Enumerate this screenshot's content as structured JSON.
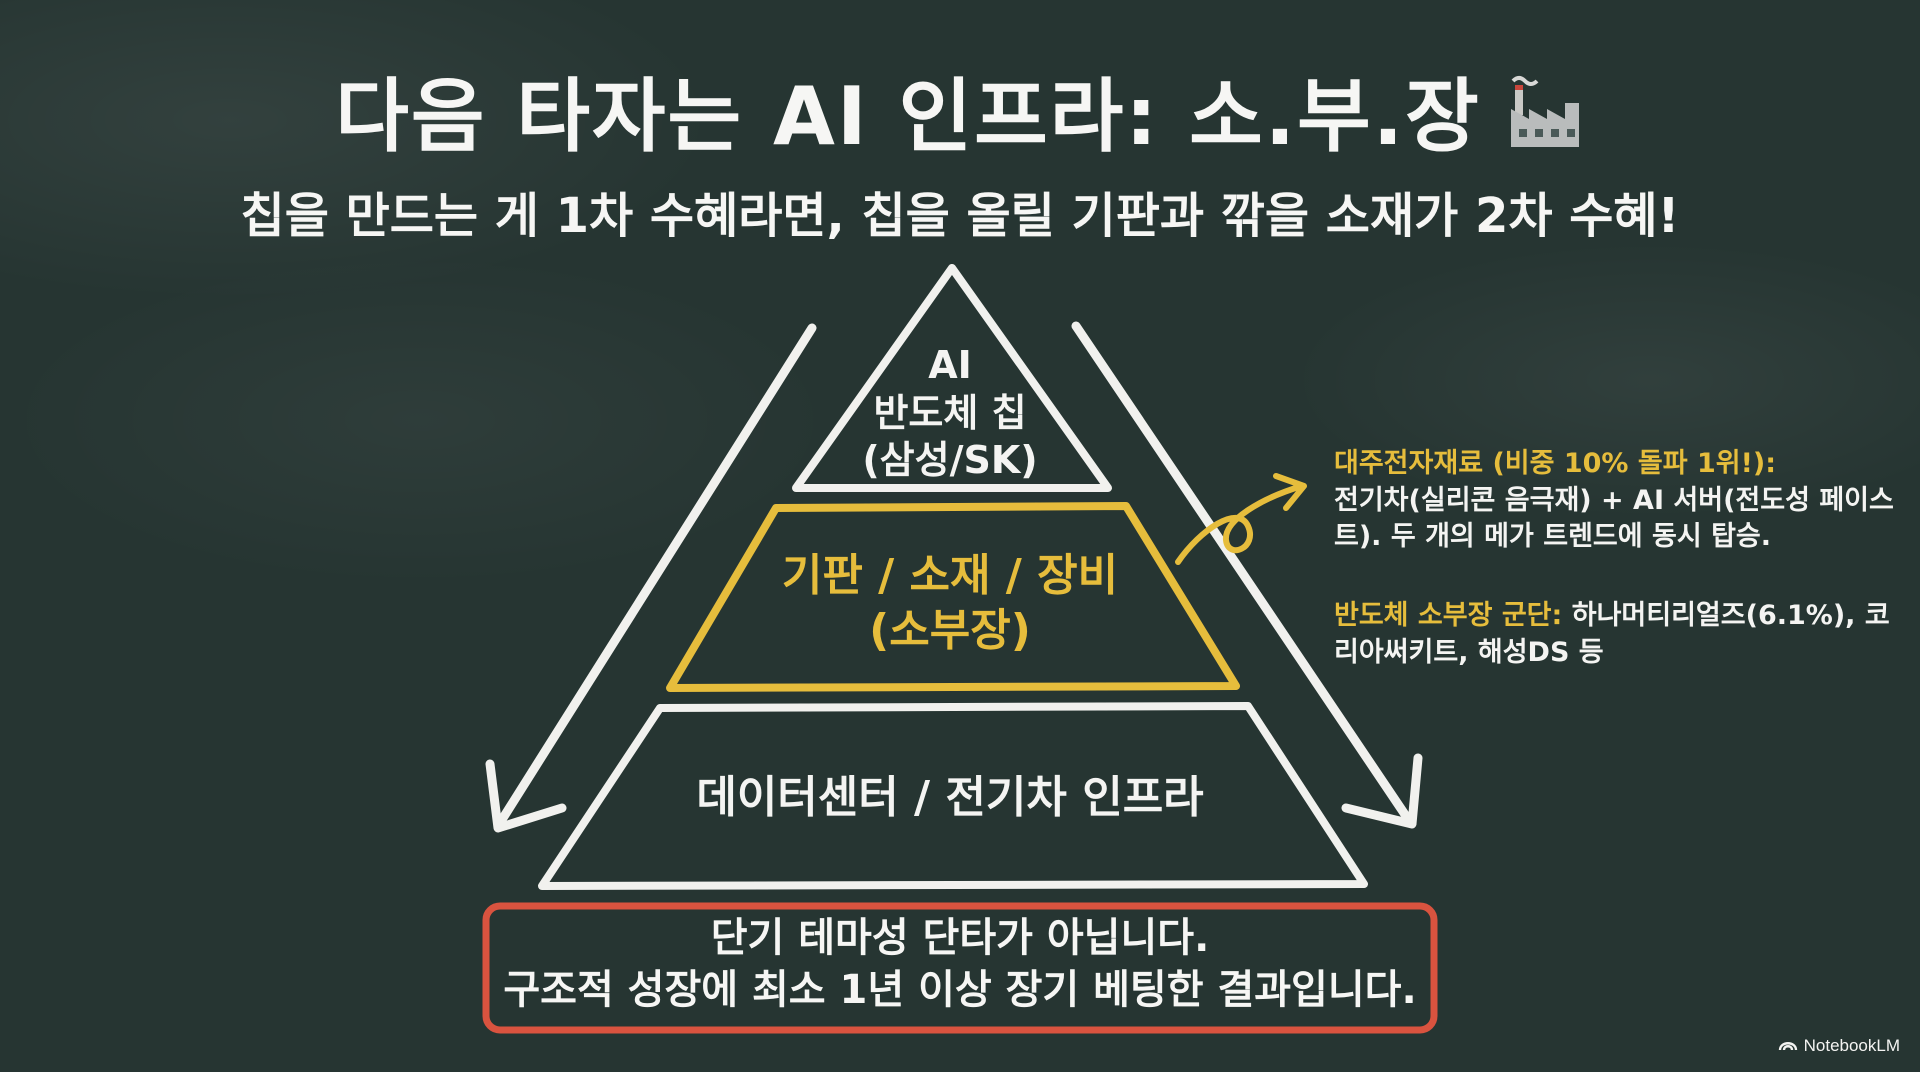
{
  "title": {
    "text": "다음 타자는 AI 인프라: 소.부.장",
    "icon": "factory-icon"
  },
  "subtitle": "칩을 만드는 게 1차 수혜라면, 칩을 올릴 기판과 깎을 소재가 2차 수혜!",
  "pyramid": {
    "top": {
      "line1": "AI",
      "line2": "반도체 칩",
      "line3": "(삼성/SK)"
    },
    "middle": {
      "line1": "기판 / 소재 / 장비",
      "line2": "(소부장)",
      "color": "#e6bd3c"
    },
    "bottom": {
      "line1": "데이터센터 / 전기차 인프라"
    }
  },
  "annotations": [
    {
      "label": "대주전자재료 (비중 10% 돌파 1위!):",
      "text": "전기차(실리콘 음극재) + AI 서버(전도성 페이스트). 두 개의 메가 트렌드에 동시 탑승."
    },
    {
      "label": "반도체 소부장 군단:",
      "text": " 하나머티리얼즈(6.1%), 코리아써키트, 해성DS 등"
    }
  ],
  "conclusion": {
    "line1": "단기 테마성 단타가 아닙니다.",
    "line2": "구조적 성장에 최소 1년 이상 장기 베팅한 결과입니다.",
    "border_color": "#d9533f"
  },
  "brand": {
    "name": "NotebookLM",
    "icon": "notebooklm-logo-icon"
  },
  "colors": {
    "background": "#263532",
    "chalk": "#f4f4f2",
    "accent_yellow": "#e6bd3c",
    "accent_red": "#d9533f"
  }
}
